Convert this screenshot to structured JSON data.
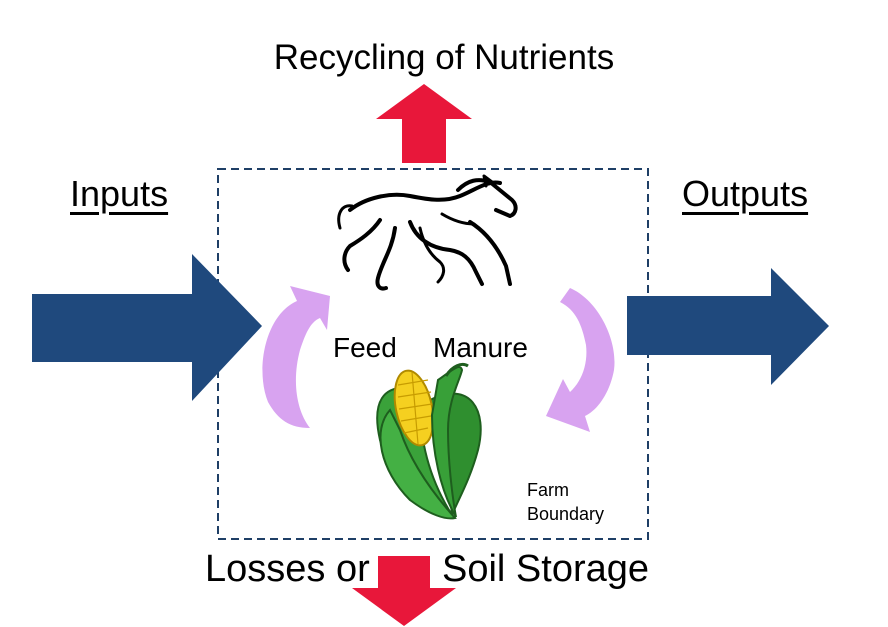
{
  "diagram": {
    "top_label": "Recycling of Nutrients",
    "inputs_label": "Inputs",
    "outputs_label": "Outputs",
    "feed_label": "Feed",
    "manure_label": "Manure",
    "boundary_label_line1": "Farm",
    "boundary_label_line2": "Boundary",
    "bottom_label_left": "Losses or",
    "bottom_label_right": "Soil Storage"
  },
  "colors": {
    "flow_arrow": "#1f497d",
    "red_arrow": "#e8173a",
    "cycle_arrow": "#d8a3f0",
    "boundary_line": "#1f3f66",
    "corn_kernel": "#f5d020",
    "corn_husk": "#3aa23a"
  },
  "icons": [
    "horse-icon",
    "corn-icon"
  ]
}
